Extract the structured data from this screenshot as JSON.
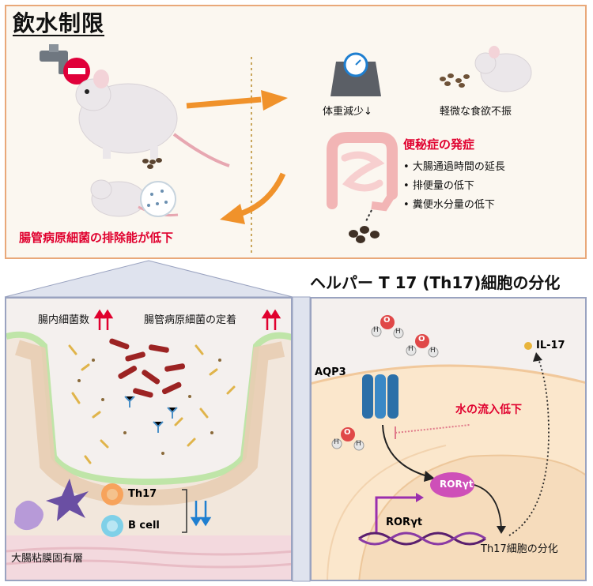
{
  "top": {
    "title": "飲水制限",
    "weight_label": "体重減少↓",
    "appetite_label": "軽微な食欲不振",
    "constipation_heading": "便秘症の発症",
    "constipation_bullets": [
      "大腸通過時間の延長",
      "排便量の低下",
      "糞便水分量の低下"
    ],
    "pathogen_clearance": "腸管病原細菌の排除能が低下"
  },
  "left_panel": {
    "bacteria_count": "腸内細菌数",
    "pathogen_colonization": "腸管病原細菌の定着",
    "th17": "Th17",
    "bcell": "B cell",
    "lamina_propria": "大腸粘膜固有層"
  },
  "right_panel": {
    "title": "ヘルパー T 17 (Th17)細胞の分化",
    "aqp3": "AQP3",
    "il17": "IL-17",
    "water_influx": "水の流入低下",
    "roryt_protein": "RORγt",
    "roryt_gene": "RORγt",
    "th17_differentiation": "Th17細胞の分化",
    "atom_o": "O",
    "atom_h": "H"
  },
  "colors": {
    "accent_orange": "#f0922b",
    "red": "#e0002e",
    "blue": "#1f7fd0",
    "purple": "#9b2fae"
  }
}
